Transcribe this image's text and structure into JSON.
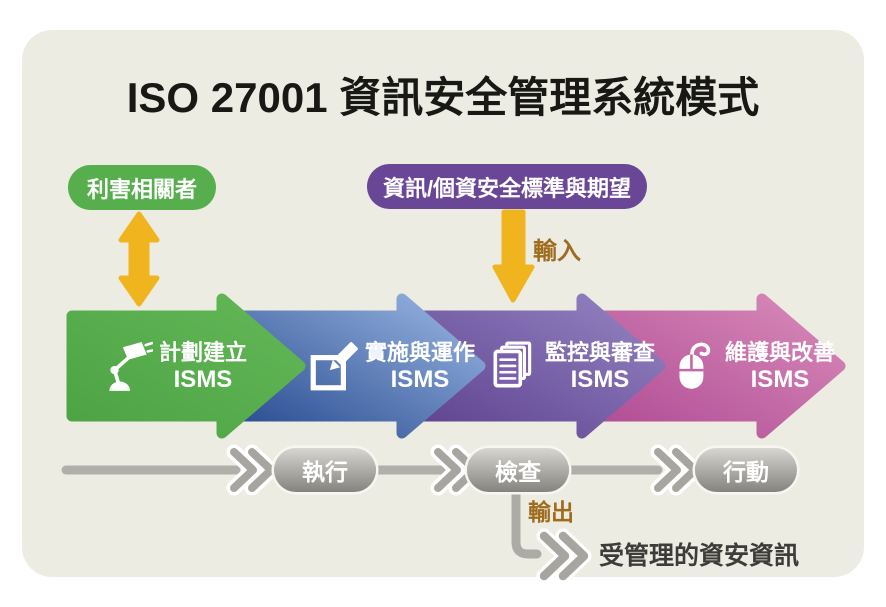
{
  "title": "ISO 27001 資訊安全管理系統模式",
  "badges": {
    "stakeholders": "利害相關者",
    "standards": "資訊/個資安全標準與期望"
  },
  "io": {
    "input": "輸入",
    "output": "輸出"
  },
  "arrows": [
    {
      "label": "計劃建立",
      "sub": "ISMS",
      "icon": "desk-lamp-icon"
    },
    {
      "label": "實施與運作",
      "sub": "ISMS",
      "icon": "pencil-checkbox-icon"
    },
    {
      "label": "監控與審查",
      "sub": "ISMS",
      "icon": "documents-icon"
    },
    {
      "label": "維護與改善",
      "sub": "ISMS",
      "icon": "computer-mouse-icon"
    }
  ],
  "pdca": {
    "steps": [
      "執行",
      "檢查",
      "行動"
    ]
  },
  "output_result": "受管理的資安資訊",
  "colors": {
    "panel_bg": "#edece3",
    "title_text": "#181814",
    "green": "#57ae4d",
    "badge_purple": "#6a4796",
    "blue_from": "#27498f",
    "blue_to": "#9ab7e2",
    "purple_from": "#5e418f",
    "purple_to": "#9485c2",
    "pink_from": "#b04b94",
    "pink_to": "#d88cba",
    "gold": "#f0b41e",
    "io_text": "#9e6c1c",
    "gray_line": "#b1afaa",
    "chevron_gray": "#a7a5a0",
    "result_text": "#3e3c38"
  }
}
